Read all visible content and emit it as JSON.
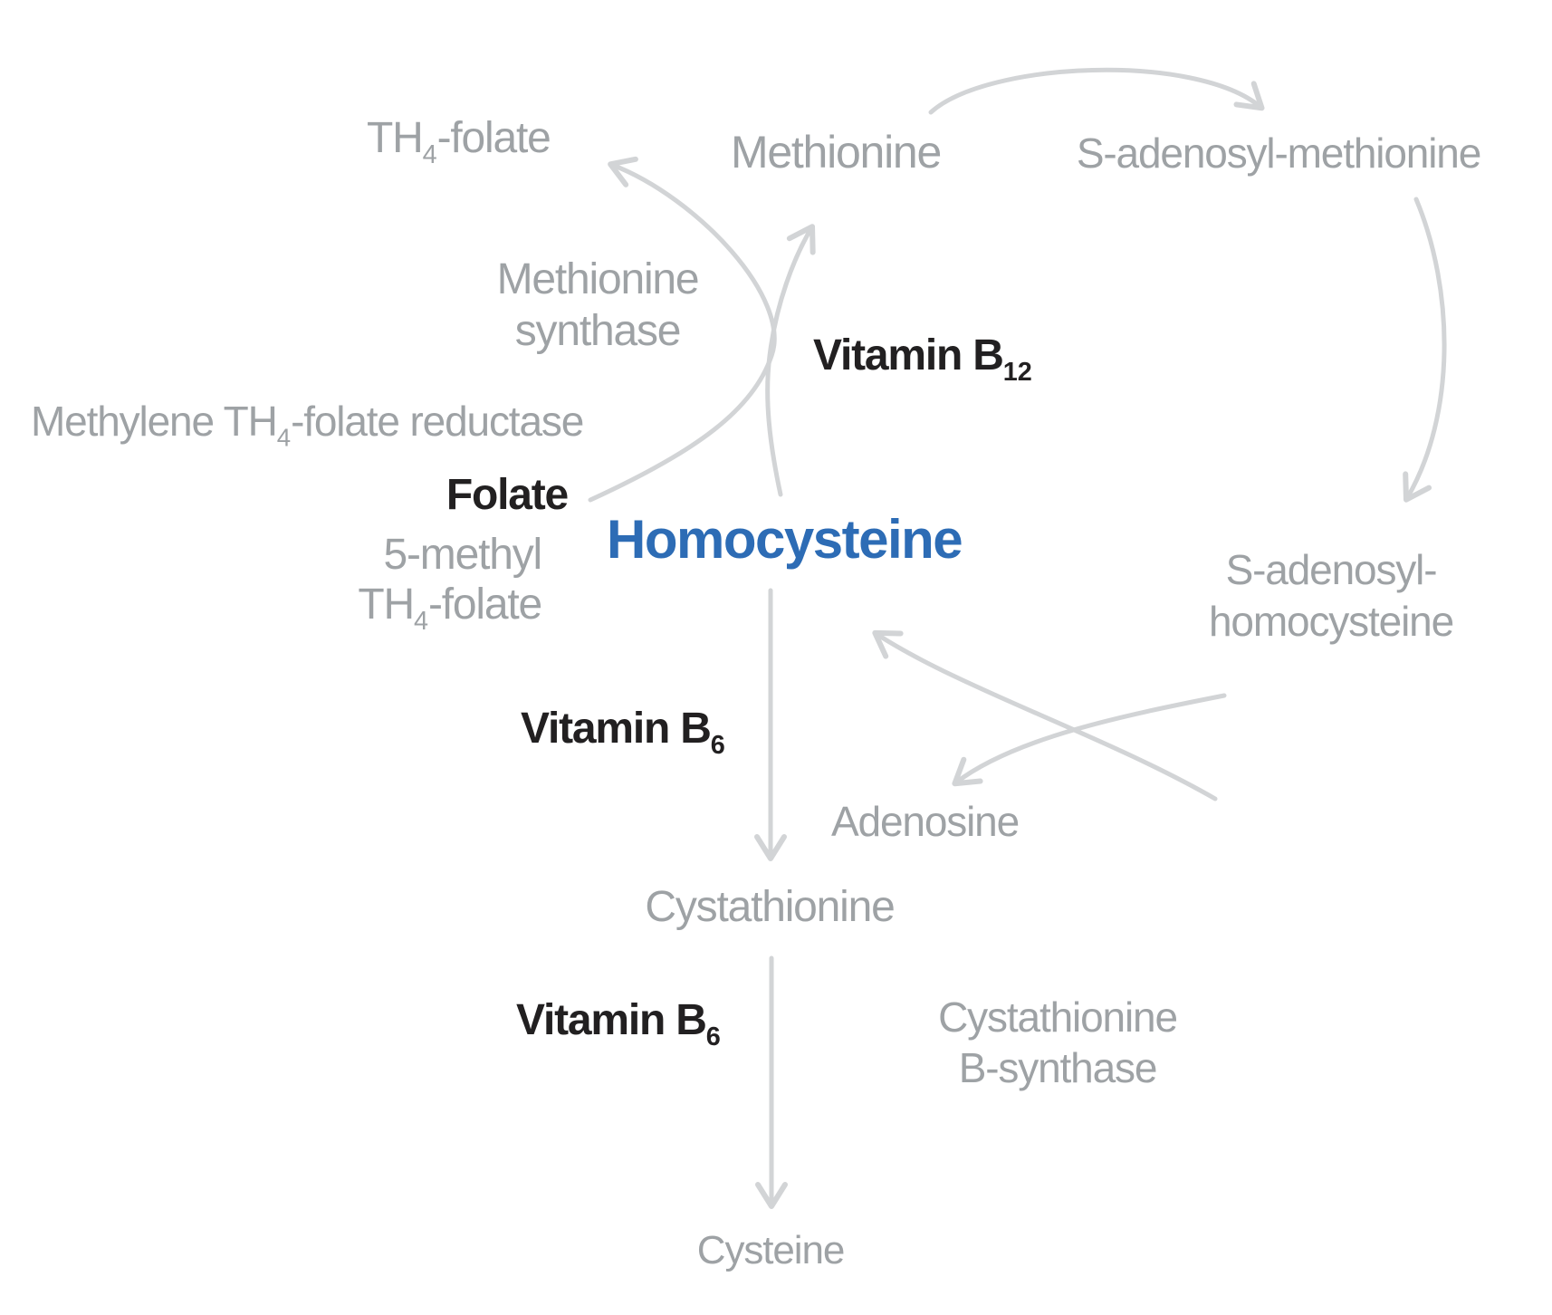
{
  "diagram": {
    "title_implicit": "Homocysteine metabolism pathway",
    "colors": {
      "background": "#ffffff",
      "label_gray": "#9ea2a5",
      "arrow_gray": "#d2d4d6",
      "text_black": "#222021",
      "homocysteine_blue": "#2d6cb5"
    },
    "nodes": {
      "th4_folate": {
        "pre": "TH",
        "sub": "4",
        "post": "-folate"
      },
      "methionine": {
        "label": "Methionine"
      },
      "sam": {
        "label": "S-adenosyl-methionine"
      },
      "homocysteine": {
        "label": "Homocysteine",
        "color": "#2d6cb5"
      },
      "five_methyl": {
        "line1": "5-methyl",
        "line2_pre": "TH",
        "line2_sub": "4",
        "line2_post": "-folate"
      },
      "sah": {
        "line1": "S-adenosyl-",
        "line2": "homocysteine"
      },
      "adenosine": {
        "label": "Adenosine"
      },
      "cystathionine": {
        "label": "Cystathionine"
      },
      "cysteine": {
        "label": "Cysteine"
      }
    },
    "enzymes": {
      "methionine_synthase": {
        "line1": "Methionine",
        "line2": "synthase"
      },
      "mthfr": {
        "pre": "Methylene TH",
        "sub": "4",
        "post": "-folate reductase"
      },
      "cbs": {
        "line1": "Cystathionine",
        "line2": "B-synthase"
      }
    },
    "cofactors": {
      "folate": "Folate",
      "vitamin_b12": {
        "pre": "Vitamin B",
        "sub": "12"
      },
      "vitamin_b6_upper": {
        "pre": "Vitamin B",
        "sub": "6"
      },
      "vitamin_b6_lower": {
        "pre": "Vitamin B",
        "sub": "6"
      }
    },
    "arrows": [
      "methionine-to-s-adenosyl-methionine",
      "s-adenosyl-methionine-to-s-adenosyl-homocysteine",
      "s-adenosyl-homocysteine-to-homocysteine",
      "s-adenosyl-homocysteine-to-adenosine",
      "homocysteine-to-methionine",
      "5-methyl-th4-folate-to-th4-folate",
      "homocysteine-to-cystathionine",
      "cystathionine-to-cysteine"
    ]
  }
}
